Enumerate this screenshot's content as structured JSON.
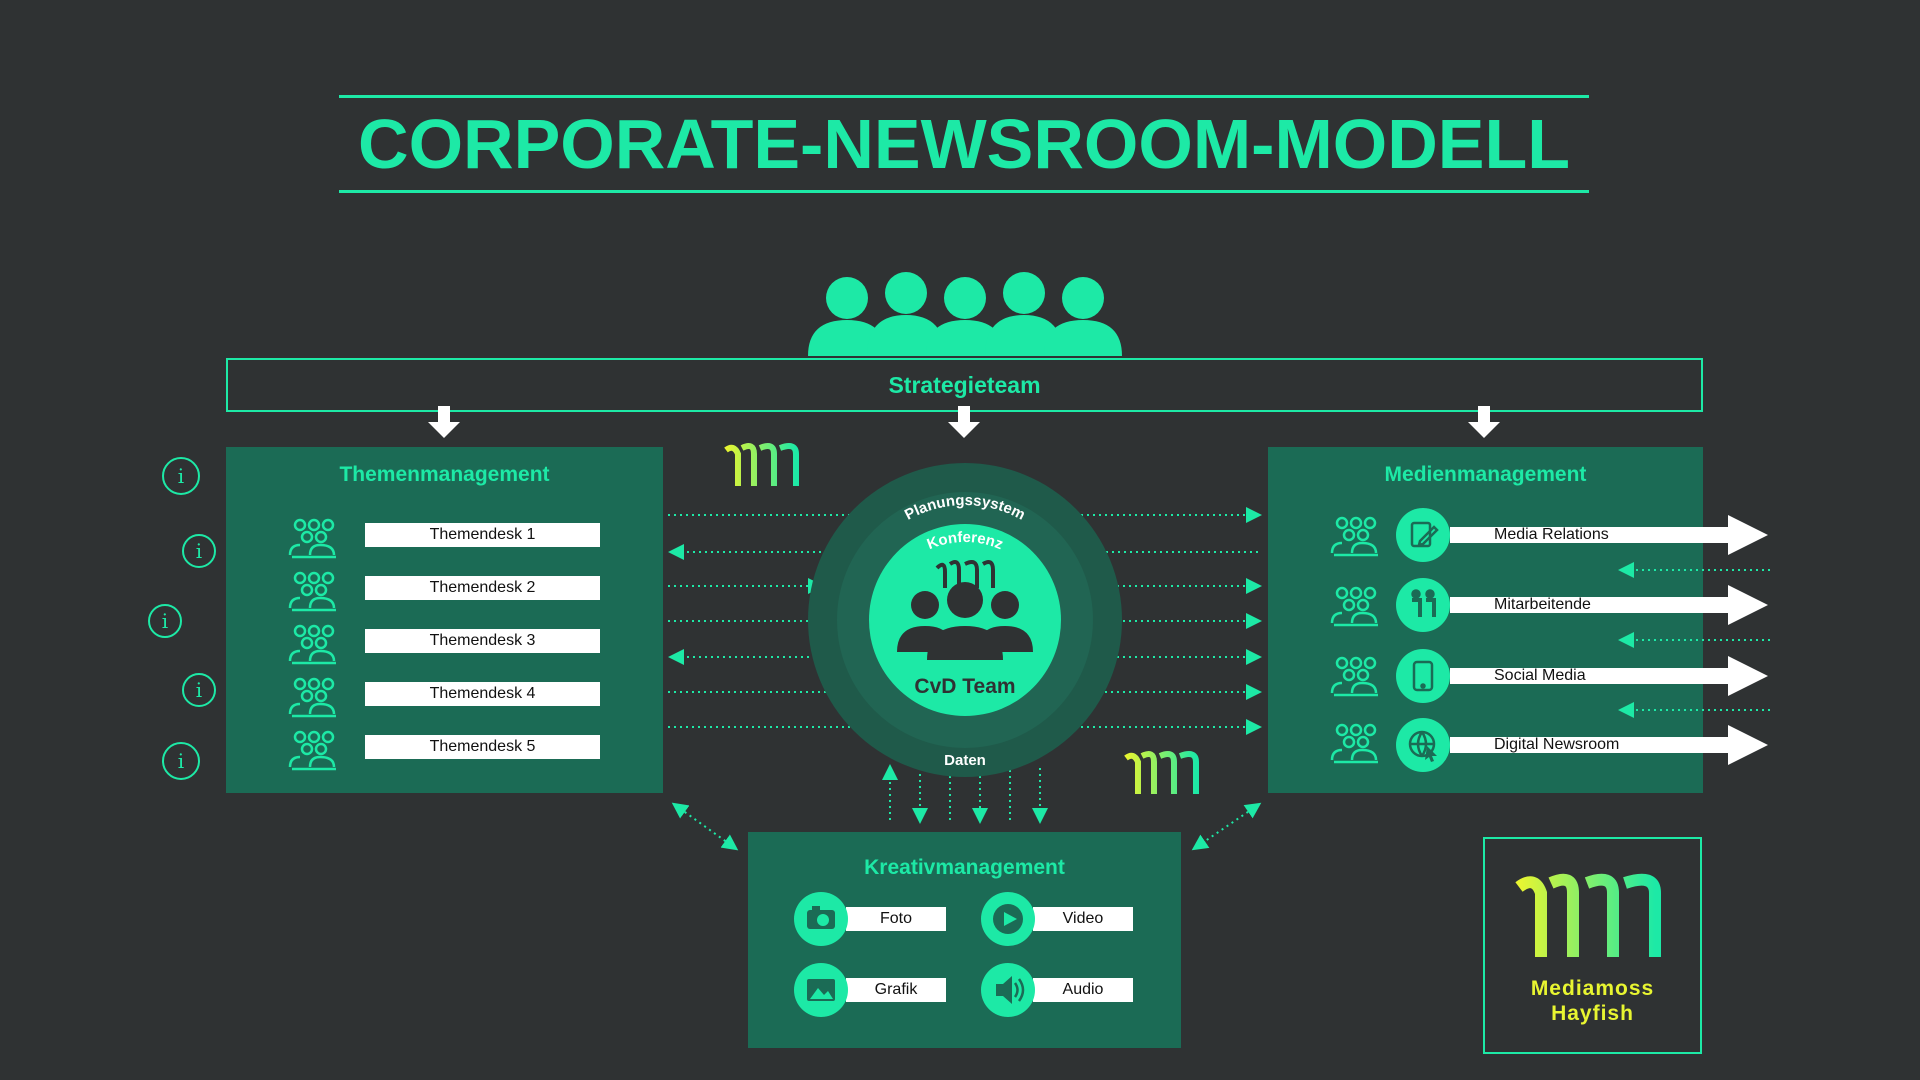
{
  "title": "CORPORATE-NEWSROOM-MODELL",
  "strategieteam": "Strategieteam",
  "themenmanagement": {
    "title": "Themenmanagement",
    "desks": [
      "Themendesk 1",
      "Themendesk 2",
      "Themendesk 3",
      "Themendesk 4",
      "Themendesk 5"
    ]
  },
  "medienmanagement": {
    "title": "Medienmanagement",
    "channels": [
      {
        "label": "Media Relations",
        "icon": "document-edit-icon"
      },
      {
        "label": "Mitarbeitende",
        "icon": "people-icon"
      },
      {
        "label": "Social Media",
        "icon": "tablet-icon"
      },
      {
        "label": "Digital Newsroom",
        "icon": "globe-icon"
      }
    ]
  },
  "center": {
    "ring_outer": "Planungssystem",
    "ring_inner": "Konferenz",
    "core": "CvD Team",
    "bottom": "Daten"
  },
  "kreativmanagement": {
    "title": "Kreativmanagement",
    "items": [
      {
        "label": "Foto",
        "icon": "camera-icon"
      },
      {
        "label": "Video",
        "icon": "play-icon"
      },
      {
        "label": "Grafik",
        "icon": "image-icon"
      },
      {
        "label": "Audio",
        "icon": "speaker-icon"
      }
    ]
  },
  "logo": {
    "line1": "Mediamoss",
    "line2": "Hayfish"
  },
  "colors": {
    "background": "#2f3233",
    "accent": "#1de9a6",
    "panel": "#1b6b55",
    "logo_yellow": "#e8f531"
  }
}
